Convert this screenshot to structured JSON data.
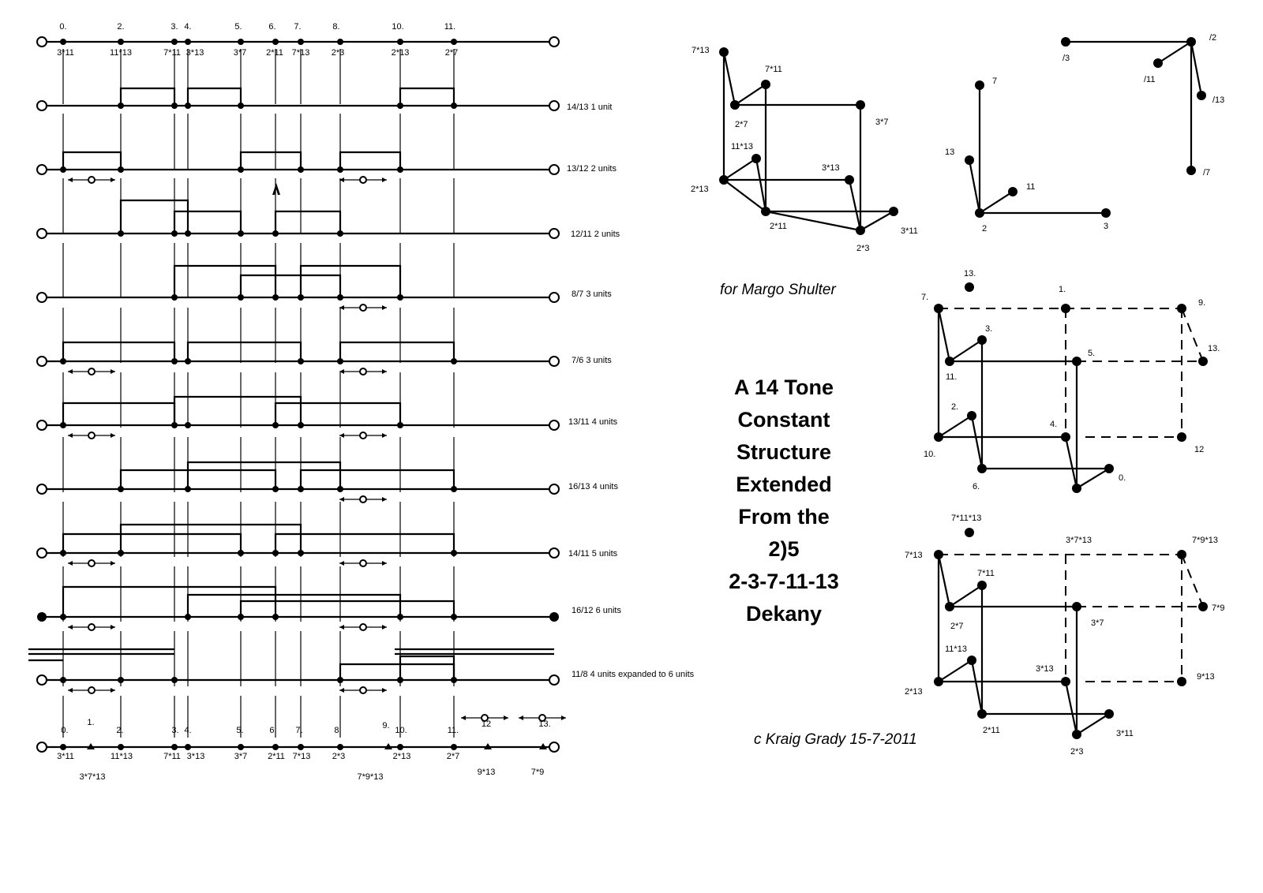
{
  "dedication": "for Margo Shulter",
  "title_lines": [
    "A 14 Tone",
    "Constant",
    "Structure",
    "Extended",
    "From the",
    "2)5",
    "2-3-7-11-13",
    "Dekany"
  ],
  "copyright": "c Kraig Grady 15-7-2011",
  "top_numbers": [
    "0.",
    "2.",
    "3.",
    "4.",
    "5.",
    "6.",
    "7.",
    "8.",
    "10.",
    "11."
  ],
  "top_products": [
    "3*11",
    "11*13",
    "7*11",
    "3*13",
    "3*7",
    "2*11",
    "7*13",
    "2*3",
    "2*13",
    "2*7"
  ],
  "interval_rows": [
    "14/13  1 unit",
    "13/12 2 units",
    "12/11 2 units",
    "8/7 3 units",
    "7/6 3 units",
    "13/11 4 units",
    "16/13 4 units",
    "14/11 5 units",
    "16/12 6 units",
    "11/8 4 units expanded to 6 units"
  ],
  "bottom_numbers": [
    "0.",
    "1.",
    "2.",
    "3.",
    "4.",
    "5.",
    "6.",
    "7.",
    "8.",
    "9.",
    "10.",
    "11.",
    "12",
    "13."
  ],
  "bottom_products": [
    "3*11",
    "11*13",
    "7*11",
    "3*13",
    "3*7",
    "2*11",
    "7*13",
    "2*3",
    "2*13",
    "2*7"
  ],
  "bottom_extra": [
    "3*7*13",
    "7*9*13",
    "9*13",
    "7*9"
  ],
  "cube_products": {
    "c7_13": "7*13",
    "c7_11": "7*11",
    "c3_7": "3*7",
    "c2_7": "2*7",
    "c11_13": "11*13",
    "c3_13": "3*13",
    "c2_13": "2*13",
    "c2_11": "2*11",
    "c3_11": "3*11",
    "c2_3": "2*3"
  },
  "axes_factors": {
    "a7": "7",
    "a13": "13",
    "a11": "11",
    "a2": "2",
    "a3": "3"
  },
  "axes_ratios": {
    "r3": "/3",
    "r2": "/2",
    "r11": "/11",
    "r13": "/13",
    "r7": "/7"
  },
  "scale_cube": {
    "n13": "13.",
    "n7": "7.",
    "n1": "1.",
    "n9": "9.",
    "n3": "3.",
    "n13b": "13.",
    "n5": "5.",
    "n11": "11.",
    "n2": "2.",
    "n4": "4.",
    "n10": "10.",
    "n12": "12",
    "n6": "6.",
    "n0": "0."
  },
  "ext_cube": {
    "p7_11_13": "7*11*13",
    "p7_13": "7*13",
    "p3_7_13": "3*7*13",
    "p7_9_13": "7*9*13",
    "p7_11": "7*11",
    "p7_9": "7*9",
    "p2_7": "2*7",
    "p3_7": "3*7",
    "p11_13": "11*13",
    "p3_13": "3*13",
    "p9_13": "9*13",
    "p2_13": "2*13",
    "p2_11": "2*11",
    "p3_11": "3*11",
    "p2_3": "2*3"
  }
}
